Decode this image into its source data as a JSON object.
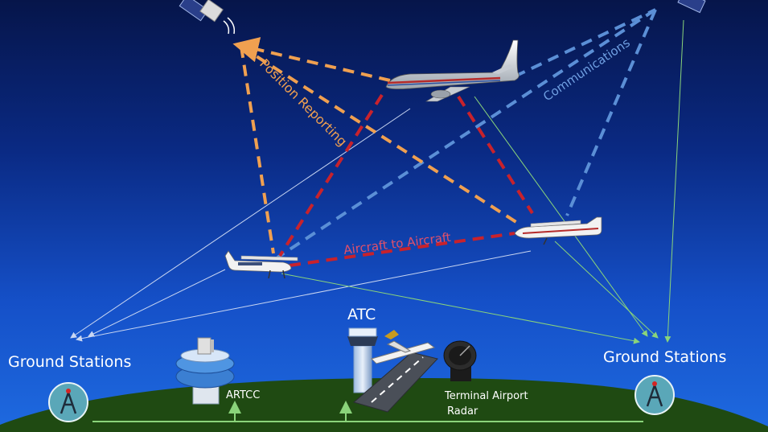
{
  "labels": {
    "position_reporting": "Position Reporting",
    "communications": "Communications",
    "aircraft_to_aircraft": "Aircraft to Aircraft",
    "atc": "ATC",
    "ground_stations_left": "Ground Stations",
    "ground_stations_right": "Ground Stations",
    "artcc": "ARTCC",
    "terminal_radar_line1": "Terminal Airport",
    "terminal_radar_line2": "Radar"
  },
  "link_colors": {
    "position_reporting": "#f0a050",
    "communications": "#5b8fd6",
    "aircraft_to_aircraft": "#c8222c",
    "ground_links": "#8ad47a",
    "ground_earth": "#1f4a12"
  }
}
